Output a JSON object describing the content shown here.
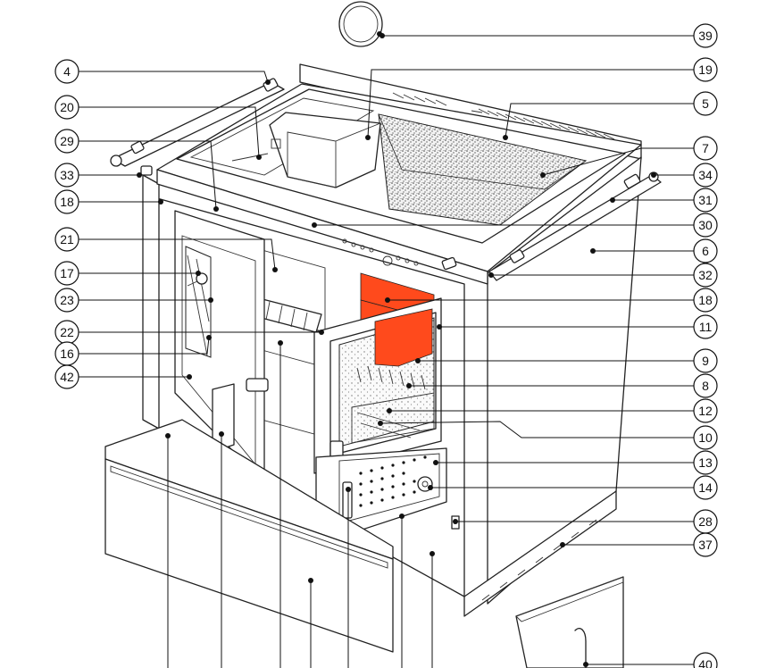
{
  "diagram": {
    "callouts": [
      {
        "label": "39"
      },
      {
        "label": "4"
      },
      {
        "label": "19"
      },
      {
        "label": "20"
      },
      {
        "label": "5"
      },
      {
        "label": "29"
      },
      {
        "label": "7"
      },
      {
        "label": "33"
      },
      {
        "label": "34"
      },
      {
        "label": "18"
      },
      {
        "label": "31"
      },
      {
        "label": "30"
      },
      {
        "label": "21"
      },
      {
        "label": "6"
      },
      {
        "label": "17"
      },
      {
        "label": "32"
      },
      {
        "label": "23"
      },
      {
        "label": "18"
      },
      {
        "label": "22"
      },
      {
        "label": "11"
      },
      {
        "label": "16"
      },
      {
        "label": "9"
      },
      {
        "label": "42"
      },
      {
        "label": "8"
      },
      {
        "label": "12"
      },
      {
        "label": "10"
      },
      {
        "label": "13"
      },
      {
        "label": "14"
      },
      {
        "label": "28"
      },
      {
        "label": "37"
      },
      {
        "label": "40"
      }
    ],
    "colors": {
      "firebrick": "#ff4a1c",
      "line": "#222222",
      "background": "#ffffff"
    }
  }
}
